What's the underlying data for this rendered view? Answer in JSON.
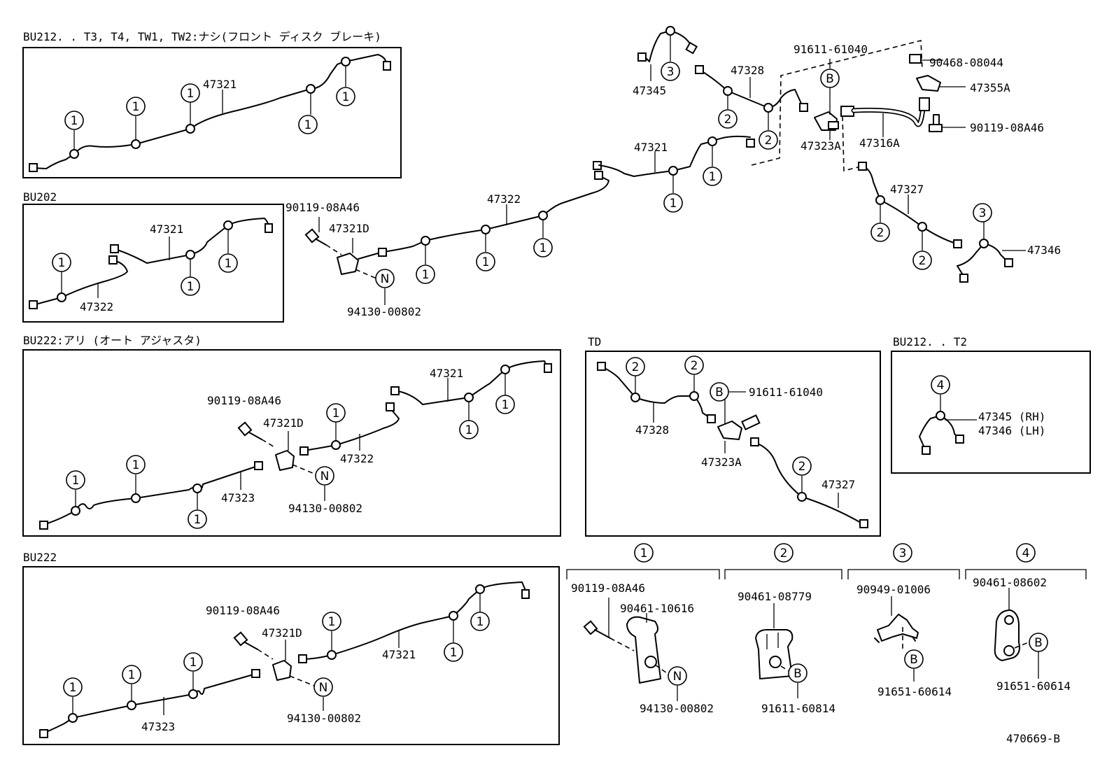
{
  "diagram_id": "470669-B",
  "sections": {
    "bu212_t3": "BU212. . T3, T4, TW1, TW2:ナシ(フロント ディスク ブレーキ)",
    "bu202": "BU202",
    "bu222_ari": "BU222:アリ (オート アジャスタ)",
    "td": "TD",
    "bu212_t2": "BU212. . T2",
    "bu222": "BU222"
  },
  "parts": {
    "p47321": "47321",
    "p47322": "47322",
    "p47323": "47323",
    "p47321D": "47321D",
    "p47328": "47328",
    "p47327": "47327",
    "p47345": "47345",
    "p47346": "47346",
    "p47323A": "47323A",
    "p47316A": "47316A",
    "p47355A": "47355A",
    "p47345RH": "47345 (RH)",
    "p47346LH": "47346 (LH)",
    "b9011908A46": "90119-08A46",
    "b9413000802": "94130-00802",
    "b9161161040": "91611-61040",
    "b9046808044": "90468-08044",
    "b9046110616": "90461-10616",
    "b9046108779": "90461-08779",
    "b9161160814": "91611-60814",
    "b9094901006": "90949-01006",
    "b9165160614": "91651-60614",
    "b9046108602": "90461-08602",
    "b9161160814_dup": "91611-60814"
  },
  "callouts": {
    "c1": "1",
    "c2": "2",
    "c3": "3",
    "c4": "4",
    "cB": "B",
    "cN": "N"
  }
}
